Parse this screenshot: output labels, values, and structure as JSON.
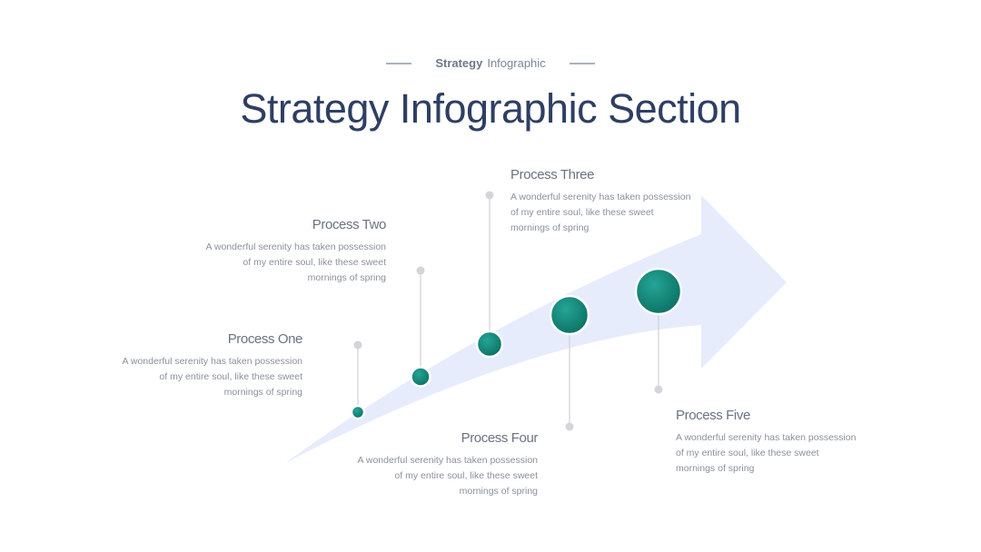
{
  "header": {
    "eyebrow_strong": "Strategy",
    "eyebrow_light": "Infographic",
    "title": "Strategy Infographic Section"
  },
  "colors": {
    "arrow": "#e6ecfb",
    "node": "#0f8a78",
    "connector": "#cfd1d6",
    "title": "#2e3f63"
  },
  "steps": [
    {
      "title": "Process One",
      "text": "A wonderful serenity has taken possession of my entire soul, like these sweet mornings of spring"
    },
    {
      "title": "Process Two",
      "text": "A wonderful serenity has taken possession of my entire soul, like these sweet mornings of spring"
    },
    {
      "title": "Process Three",
      "text": "A wonderful serenity has taken possession of my entire soul, like these sweet mornings of spring"
    },
    {
      "title": "Process Four",
      "text": "A wonderful serenity has taken possession of my entire soul, like these sweet mornings of spring"
    },
    {
      "title": "Process Five",
      "text": "A wonderful serenity has taken possession of my entire soul, like these sweet mornings of spring"
    }
  ]
}
